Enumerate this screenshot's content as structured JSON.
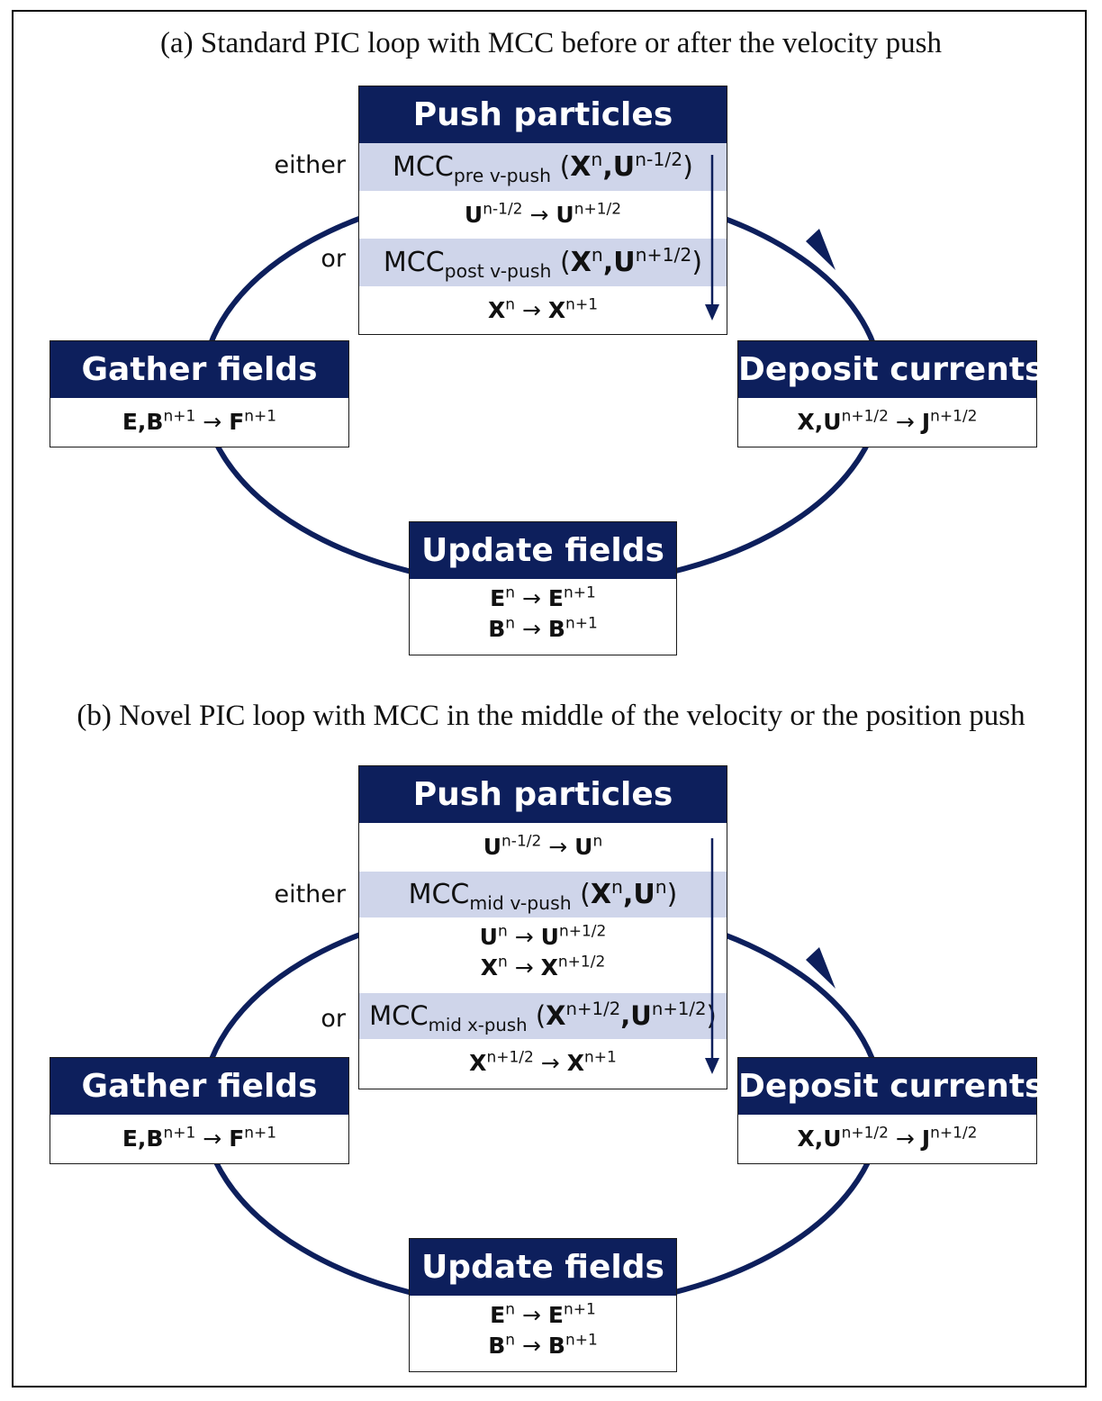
{
  "panel_a": {
    "caption": "(a) Standard PIC loop with MCC before or after the velocity push",
    "push": {
      "title": "Push particles",
      "label_either": "either",
      "label_or": "or",
      "mcc_pre_name": "MCC",
      "mcc_pre_sub": "pre v-push",
      "mcc_pre_args": [
        "X",
        "n",
        ",U",
        "n-1/2"
      ],
      "v_push_from": "U",
      "v_push_from_sup": "n-1/2",
      "v_push_to": "U",
      "v_push_to_sup": "n+1/2",
      "mcc_post_name": "MCC",
      "mcc_post_sub": "post v-push",
      "mcc_post_args": [
        "X",
        "n",
        ",U",
        "n+1/2"
      ],
      "x_push_from": "X",
      "x_push_from_sup": "n",
      "x_push_to": "X",
      "x_push_to_sup": "n+1"
    },
    "gather": {
      "title": "Gather fields",
      "lhs": "E,B",
      "lhs_sup": "n+1",
      "rhs": "F",
      "rhs_sup": "n+1"
    },
    "deposit": {
      "title": "Deposit currents",
      "lhs": "X,U",
      "lhs_sup": "n+1/2",
      "rhs": "J",
      "rhs_sup": "n+1/2"
    },
    "update": {
      "title": "Update fields",
      "e_from": "E",
      "e_from_sup": "n",
      "e_to": "E",
      "e_to_sup": "n+1",
      "b_from": "B",
      "b_from_sup": "n",
      "b_to": "B",
      "b_to_sup": "n+1"
    }
  },
  "panel_b": {
    "caption": "(b) Novel PIC loop with MCC in the middle of the velocity or the position push",
    "push": {
      "title": "Push particles",
      "label_either": "either",
      "label_or": "or",
      "v1_from": "U",
      "v1_from_sup": "n-1/2",
      "v1_to": "U",
      "v1_to_sup": "n",
      "mcc_mid_v_name": "MCC",
      "mcc_mid_v_sub": "mid v-push",
      "mcc_mid_v_args": [
        "X",
        "n",
        ",U",
        "n"
      ],
      "v2_from": "U",
      "v2_from_sup": "n",
      "v2_to": "U",
      "v2_to_sup": "n+1/2",
      "x1_from": "X",
      "x1_from_sup": "n",
      "x1_to": "X",
      "x1_to_sup": "n+1/2",
      "mcc_mid_x_name": "MCC",
      "mcc_mid_x_sub": "mid x-push",
      "mcc_mid_x_args": [
        "X",
        "n+1/2",
        ",U",
        "n+1/2"
      ],
      "x2_from": "X",
      "x2_from_sup": "n+1/2",
      "x2_to": "X",
      "x2_to_sup": "n+1"
    },
    "gather": {
      "title": "Gather fields",
      "lhs": "E,B",
      "lhs_sup": "n+1",
      "rhs": "F",
      "rhs_sup": "n+1"
    },
    "deposit": {
      "title": "Deposit currents",
      "lhs": "X,U",
      "lhs_sup": "n+1/2",
      "rhs": "J",
      "rhs_sup": "n+1/2"
    },
    "update": {
      "title": "Update fields",
      "e_from": "E",
      "e_from_sup": "n",
      "e_to": "E",
      "e_to_sup": "n+1",
      "b_from": "B",
      "b_from_sup": "n",
      "b_to": "B",
      "b_to_sup": "n+1"
    }
  },
  "symbols": {
    "arrow": "→"
  },
  "colors": {
    "header_bg": "#0d1f5c",
    "shade": "#cfd5ea",
    "loop": "#0d1f5c"
  }
}
